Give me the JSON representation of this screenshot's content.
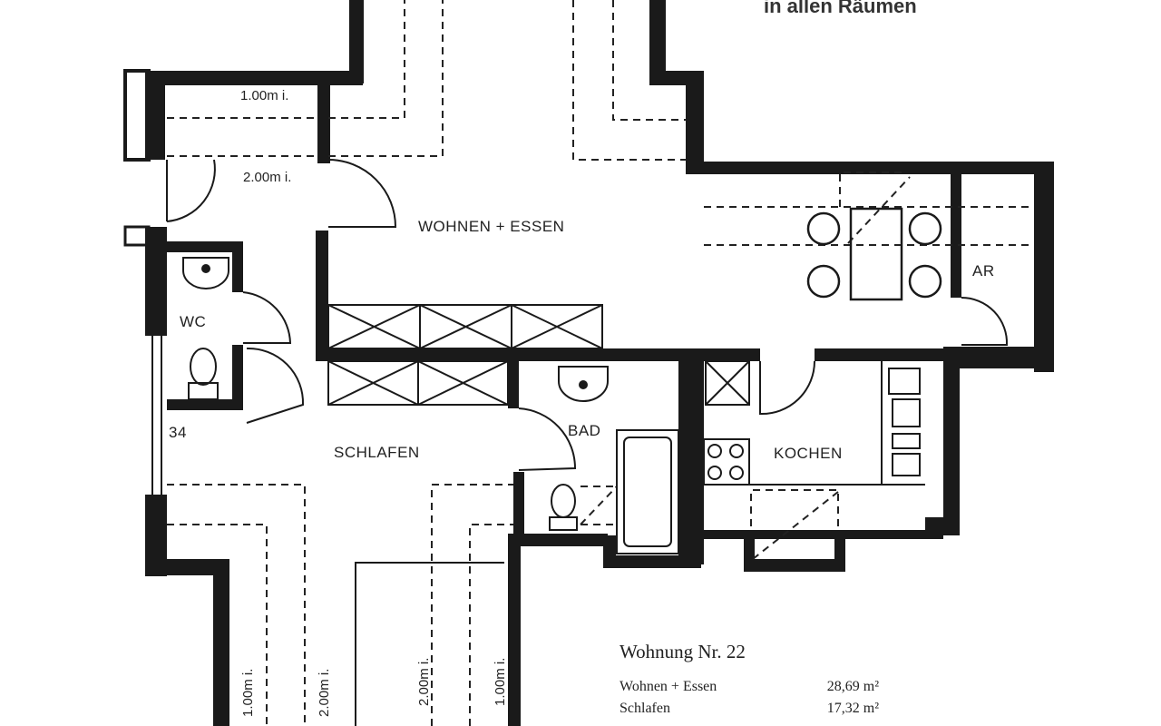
{
  "top_note": "in allen Räumen",
  "rooms": {
    "wohnen": "WOHNEN + ESSEN",
    "ar": "AR",
    "wc": "WC",
    "bad": "BAD",
    "kochen": "KOCHEN",
    "schlafen": "SCHLAFEN"
  },
  "marker": "34",
  "dimensions": {
    "top_inner": "1.00m i.",
    "top_outer": "2.00m i.",
    "bl_inner": "1.00m i.",
    "bl_outer": "2.00m i.",
    "bc_outer": "2.00m i.",
    "bc_inner": "1.00m i."
  },
  "legend": {
    "title": "Wohnung Nr. 22",
    "rows": [
      {
        "name": "Wohnen + Essen",
        "area": "28,69 m²"
      },
      {
        "name": "Schlafen",
        "area": "17,32 m²"
      }
    ]
  }
}
